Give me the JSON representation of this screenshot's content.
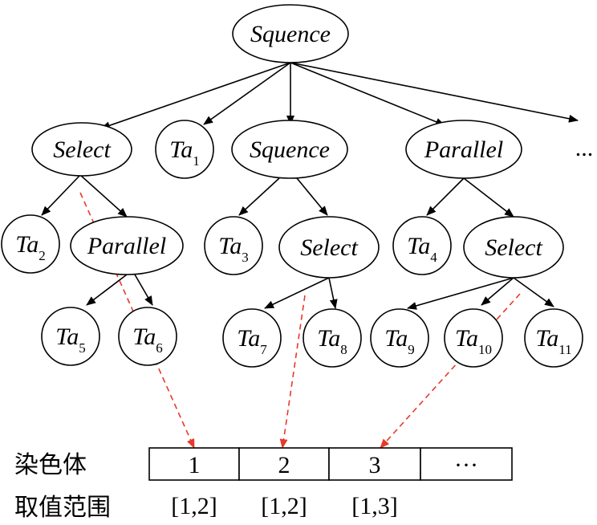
{
  "tree": {
    "root": "Squence",
    "level1": [
      {
        "id": "select_1",
        "label": "Select"
      },
      {
        "id": "ta1",
        "label": "Ta",
        "sub": "1"
      },
      {
        "id": "squence_2",
        "label": "Squence"
      },
      {
        "id": "parallel_1",
        "label": "Parallel"
      }
    ],
    "level1_more": "...",
    "level2": [
      {
        "id": "ta2",
        "label": "Ta",
        "sub": "2"
      },
      {
        "id": "parallel_2",
        "label": "Parallel"
      },
      {
        "id": "ta3",
        "label": "Ta",
        "sub": "3"
      },
      {
        "id": "select_2",
        "label": "Select"
      },
      {
        "id": "ta4",
        "label": "Ta",
        "sub": "4"
      },
      {
        "id": "select_3",
        "label": "Select"
      }
    ],
    "level3": [
      {
        "id": "ta5",
        "label": "Ta",
        "sub": "5"
      },
      {
        "id": "ta6",
        "label": "Ta",
        "sub": "6"
      },
      {
        "id": "ta7",
        "label": "Ta",
        "sub": "7"
      },
      {
        "id": "ta8",
        "label": "Ta",
        "sub": "8"
      },
      {
        "id": "ta9",
        "label": "Ta",
        "sub": "9"
      },
      {
        "id": "ta10",
        "label": "Ta",
        "sub": "10"
      },
      {
        "id": "ta11",
        "label": "Ta",
        "sub": "11"
      }
    ]
  },
  "chromosome": {
    "label": "染色体",
    "cells": [
      "1",
      "2",
      "3",
      "···"
    ]
  },
  "range": {
    "label": "取值范围",
    "values": [
      "[1,2]",
      "[1,2]",
      "[1,3]"
    ]
  },
  "colors": {
    "line": "#000000",
    "dashed_arrow": "#e8392b"
  }
}
